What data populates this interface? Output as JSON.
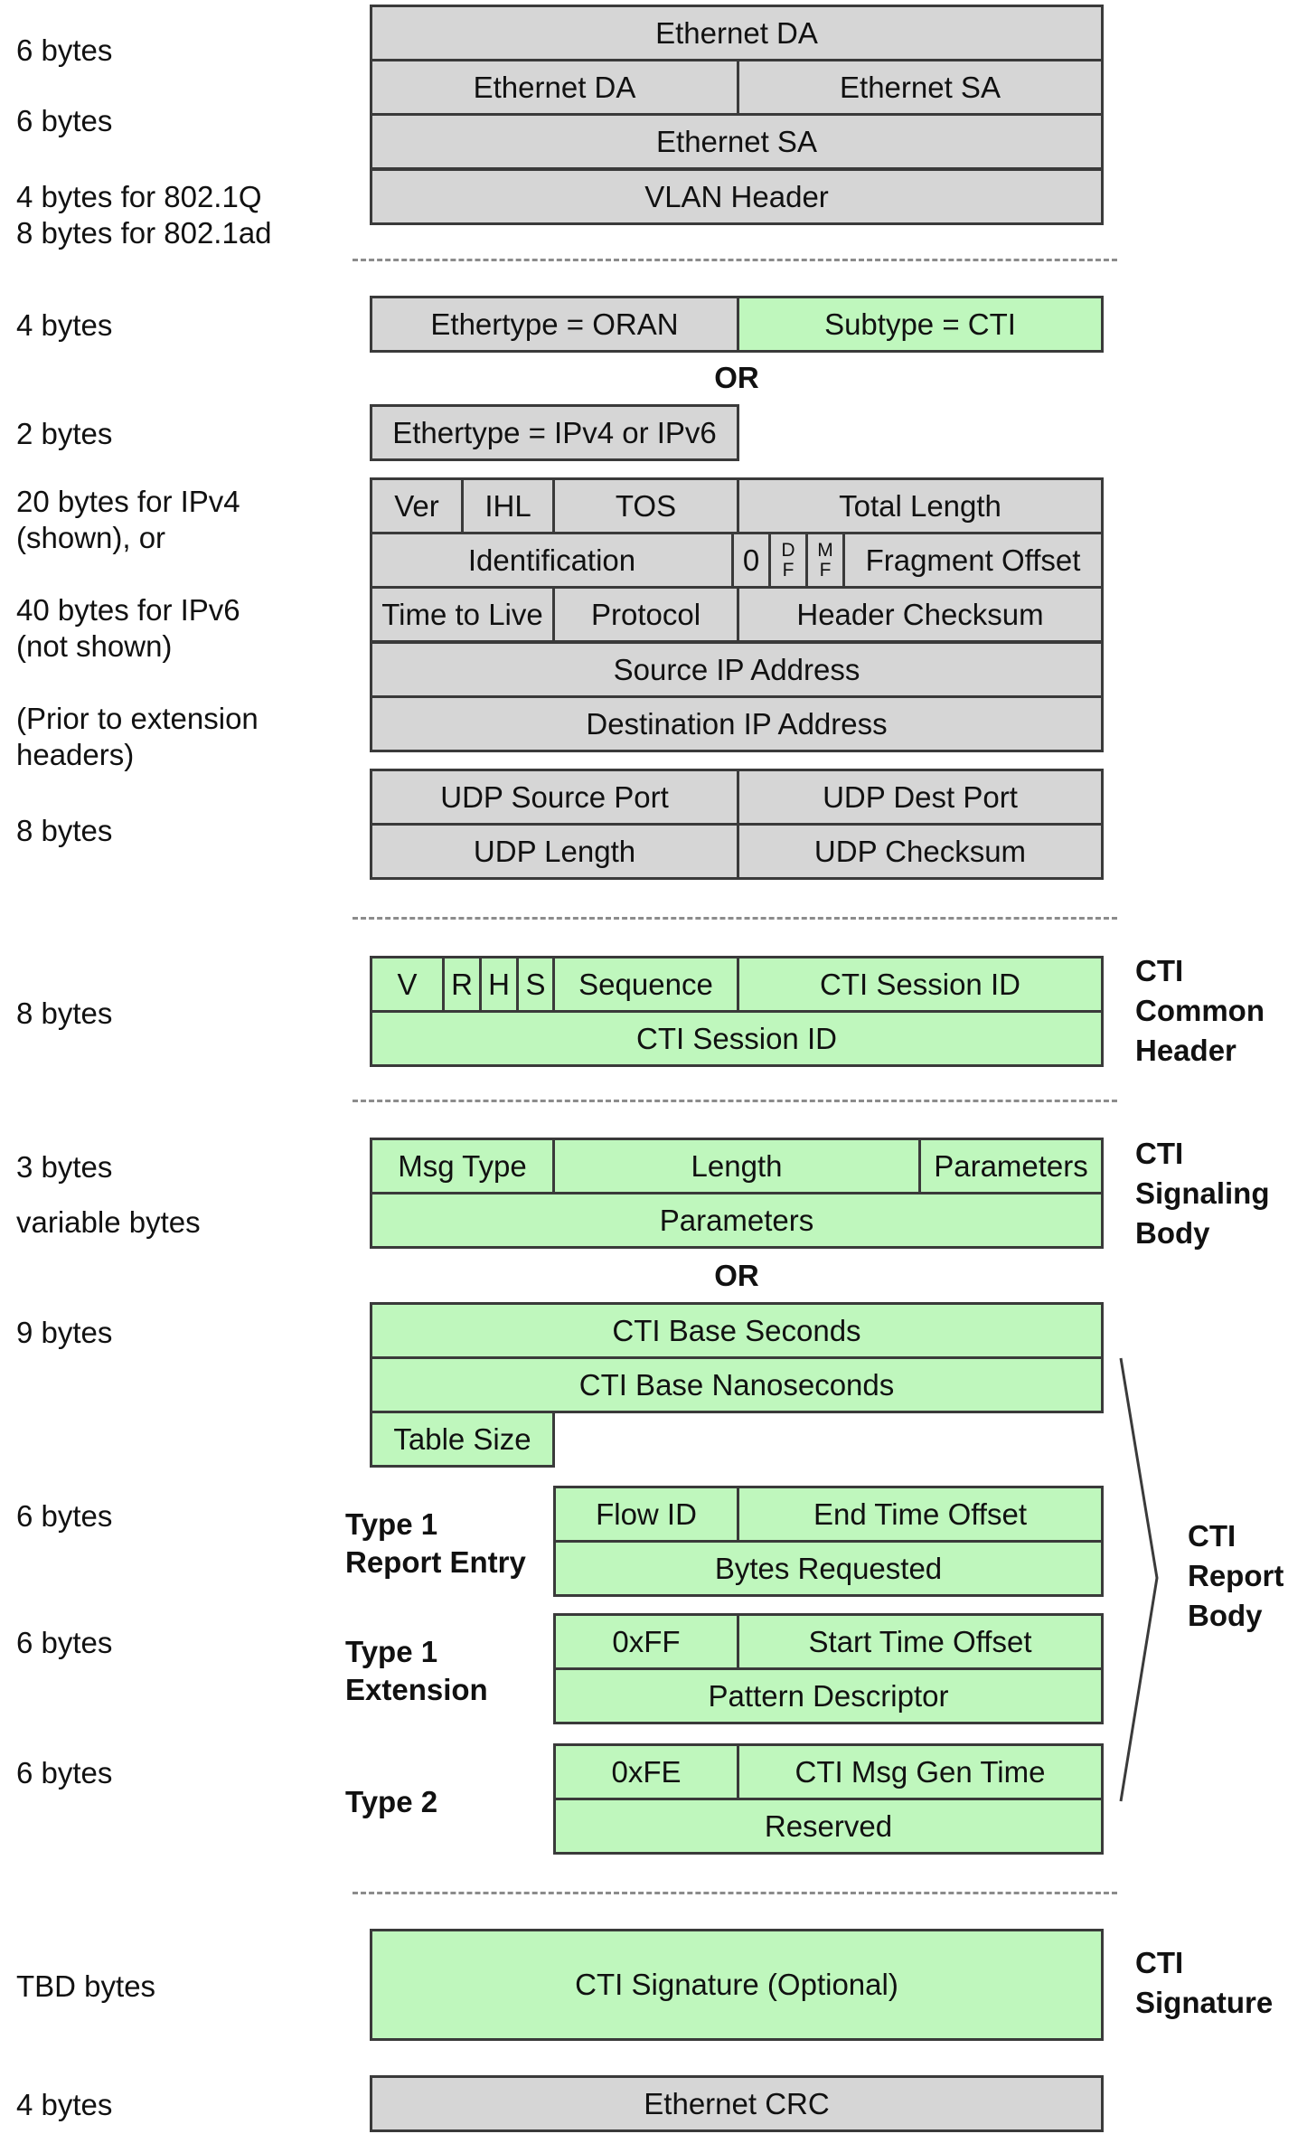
{
  "sizes": {
    "eth_da": "6 bytes",
    "eth_sa": "6 bytes",
    "vlan_1": "4 bytes for 802.1Q",
    "vlan_2": "8 bytes for 802.1ad",
    "ethertype_oran": "4 bytes",
    "ethertype_ip": "2 bytes",
    "ipv4_1": "20 bytes for IPv4",
    "ipv4_2": "(shown), or",
    "ipv6_1": "40 bytes for IPv6",
    "ipv6_2": "(not shown)",
    "ext_1": "(Prior to extension",
    "ext_2": "headers)",
    "udp": "8 bytes",
    "common": "8 bytes",
    "sig_fixed": "3 bytes",
    "sig_var": "variable bytes",
    "report_base": "9 bytes",
    "type1": "6 bytes",
    "type1ext": "6 bytes",
    "type2": "6 bytes",
    "signature": "TBD bytes",
    "crc": "4 bytes"
  },
  "fields": {
    "eth_da_full": "Ethernet DA",
    "eth_da_half": "Ethernet DA",
    "eth_sa_half": "Ethernet SA",
    "eth_sa_full": "Ethernet SA",
    "vlan": "VLAN Header",
    "ethertype_oran": "Ethertype = ORAN",
    "subtype": "Subtype = CTI",
    "or_1": "OR",
    "ethertype_ip": "Ethertype = IPv4 or IPv6",
    "ver": "Ver",
    "ihl": "IHL",
    "tos": "TOS",
    "total_length": "Total Length",
    "identification": "Identification",
    "zero": "0",
    "df_1": "D",
    "df_2": "F",
    "mf_1": "M",
    "mf_2": "F",
    "fragment_offset": "Fragment Offset",
    "ttl": "Time to Live",
    "protocol": "Protocol",
    "header_checksum": "Header Checksum",
    "src_ip": "Source IP Address",
    "dst_ip": "Destination IP Address",
    "udp_src": "UDP Source Port",
    "udp_dst": "UDP Dest Port",
    "udp_len": "UDP Length",
    "udp_chk": "UDP Checksum",
    "v": "V",
    "r": "R",
    "h": "H",
    "s": "S",
    "sequence": "Sequence",
    "session_id_1": "CTI Session ID",
    "session_id_2": "CTI Session ID",
    "msg_type": "Msg Type",
    "length": "Length",
    "params_1": "Parameters",
    "params_2": "Parameters",
    "or_2": "OR",
    "base_seconds": "CTI Base Seconds",
    "base_nanoseconds": "CTI Base Nanoseconds",
    "table_size": "Table Size",
    "flow_id": "Flow ID",
    "end_time_offset": "End Time Offset",
    "bytes_requested": "Bytes Requested",
    "ff": "0xFF",
    "start_time_offset": "Start Time Offset",
    "pattern_descriptor": "Pattern Descriptor",
    "fe": "0xFE",
    "msg_gen_time": "CTI Msg Gen Time",
    "reserved": "Reserved",
    "signature": "CTI Signature (Optional)",
    "crc": "Ethernet CRC"
  },
  "entries": {
    "type1_1": "Type 1",
    "type1_2": "Report Entry",
    "type1ext_1": "Type 1",
    "type1ext_2": "Extension",
    "type2": "Type 2"
  },
  "sections": {
    "common_1": "CTI",
    "common_2": "Common",
    "common_3": "Header",
    "signaling_1": "CTI",
    "signaling_2": "Signaling",
    "signaling_3": "Body",
    "report_1": "CTI",
    "report_2": "Report",
    "report_3": "Body",
    "signature_1": "CTI",
    "signature_2": "Signature"
  },
  "colors": {
    "header_fill": "#d6d6d6",
    "cti_fill": "#bff7bd",
    "border": "#3a3a3a",
    "separator": "#8c8c8c"
  }
}
